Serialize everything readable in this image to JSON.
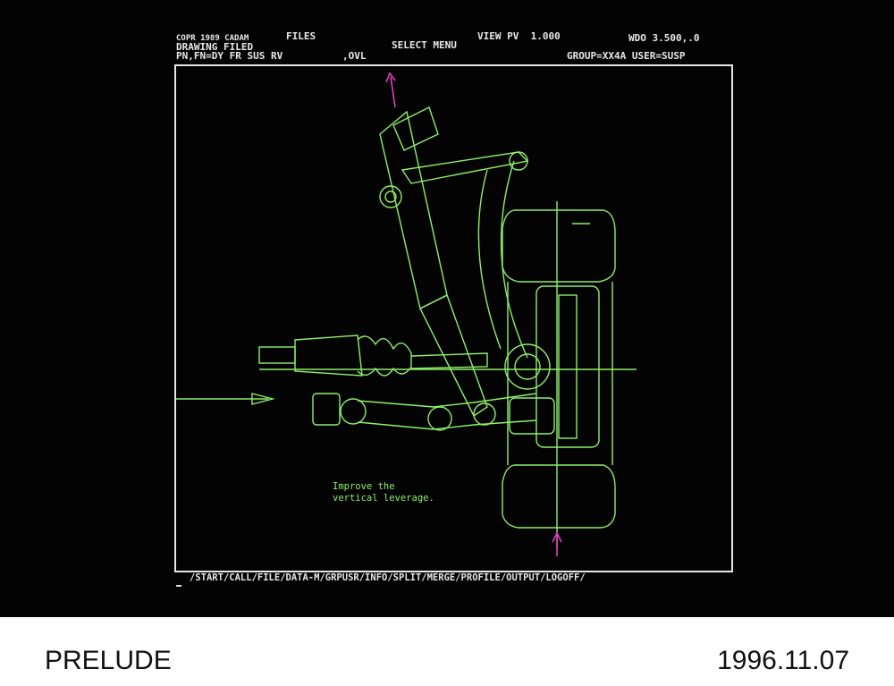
{
  "header": {
    "copyright": "COPR 1989 CADAM",
    "status": "DRAWING FILED",
    "file_name": "PN,FN=DY FR SUS RV",
    "overlay": ",OVL",
    "mode": "FILES",
    "title": "SELECT MENU",
    "view": "VIEW PV  1.000",
    "window": "WDO 3.500,.0",
    "group_user": "GROUP=XX4A USER=SUSP"
  },
  "menu": {
    "items": [
      "START",
      "CALL",
      "FILE",
      "DATA-M",
      "GRPUSR",
      "INFO",
      "SPLIT",
      "MERGE",
      "PROFILE",
      "OUTPUT",
      "LOGOFF"
    ]
  },
  "annotation": {
    "line1": "Improve the",
    "line2": "vertical leverage."
  },
  "caption": {
    "model": "PRELUDE",
    "date": "1996.11.07"
  },
  "colors": {
    "drawing": "#8ef06a",
    "arrow": "#e040c0",
    "text": "#e6e6e6",
    "background": "#030303"
  }
}
